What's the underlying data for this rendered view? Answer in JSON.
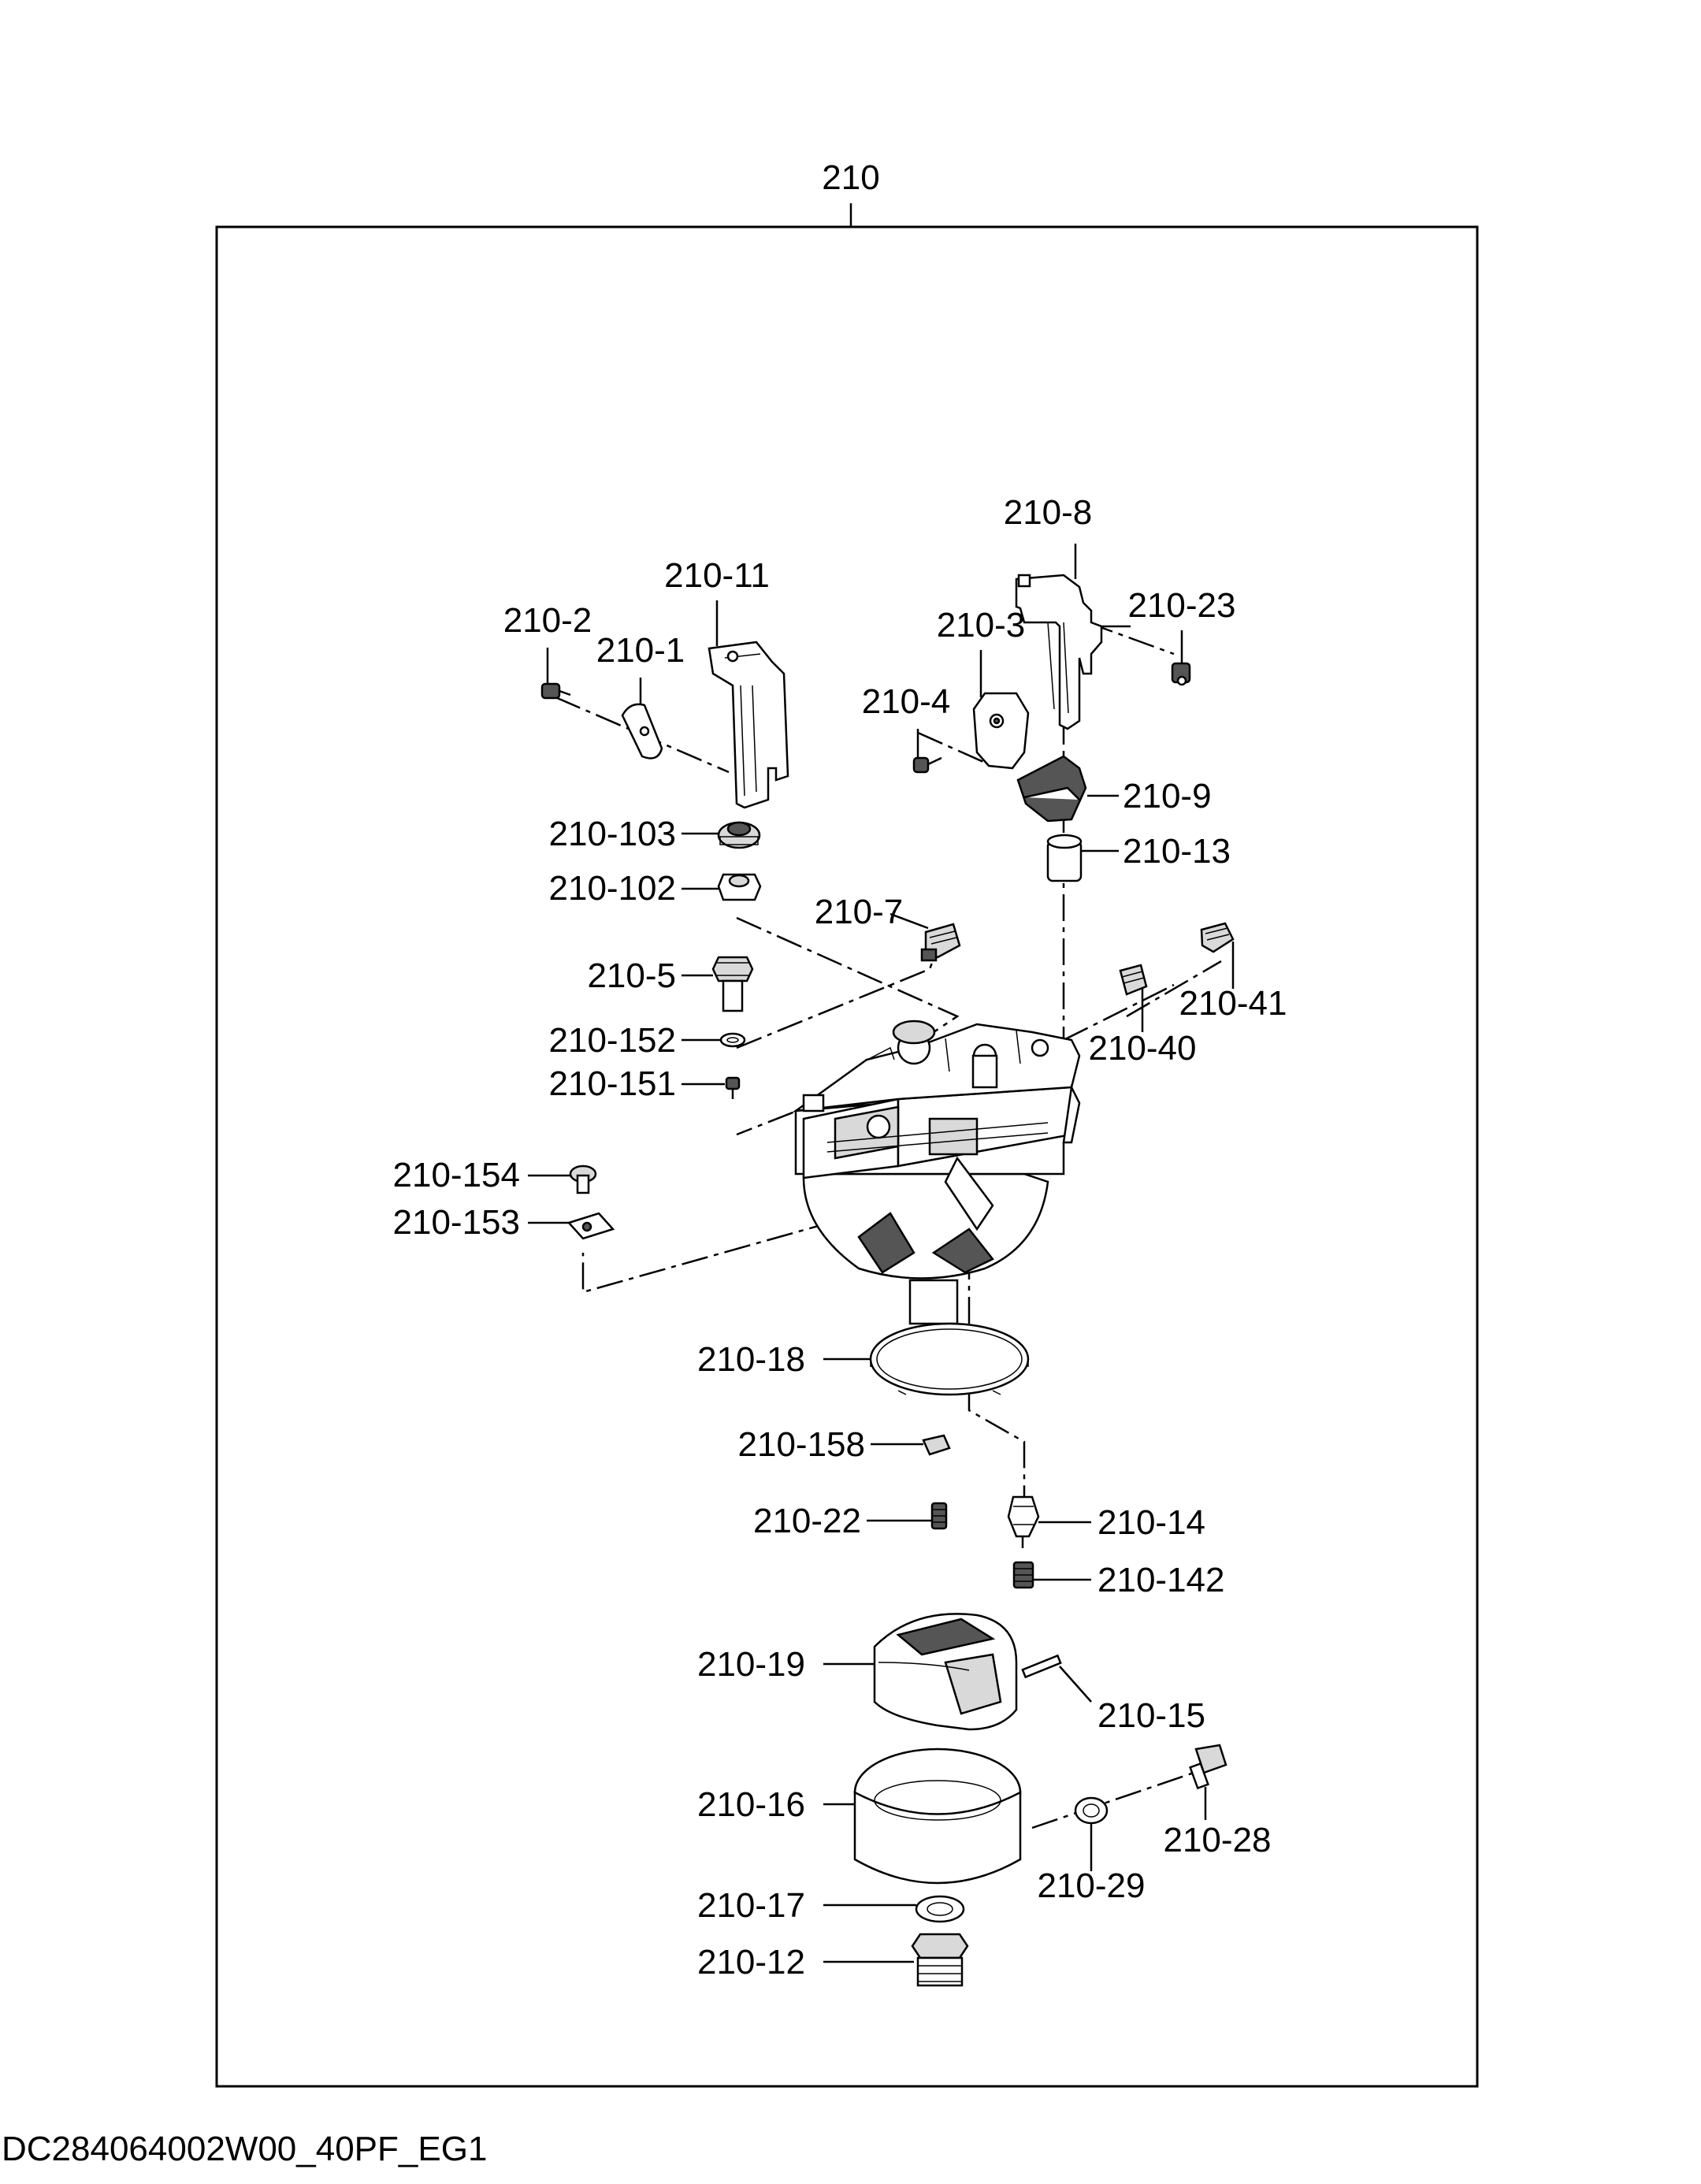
{
  "assembly": {
    "number": "210"
  },
  "drawing_code": "DC284064002W00_40PF_EG1",
  "parts": [
    "210-8",
    "210-11",
    "210-2",
    "210-1",
    "210-3",
    "210-23",
    "210-4",
    "210-9",
    "210-103",
    "210-13",
    "210-102",
    "210-7",
    "210-5",
    "210-41",
    "210-152",
    "210-40",
    "210-151",
    "210-154",
    "210-153",
    "210-18",
    "210-158",
    "210-22",
    "210-14",
    "210-142",
    "210-19",
    "210-15",
    "210-16",
    "210-28",
    "210-29",
    "210-17",
    "210-12"
  ]
}
